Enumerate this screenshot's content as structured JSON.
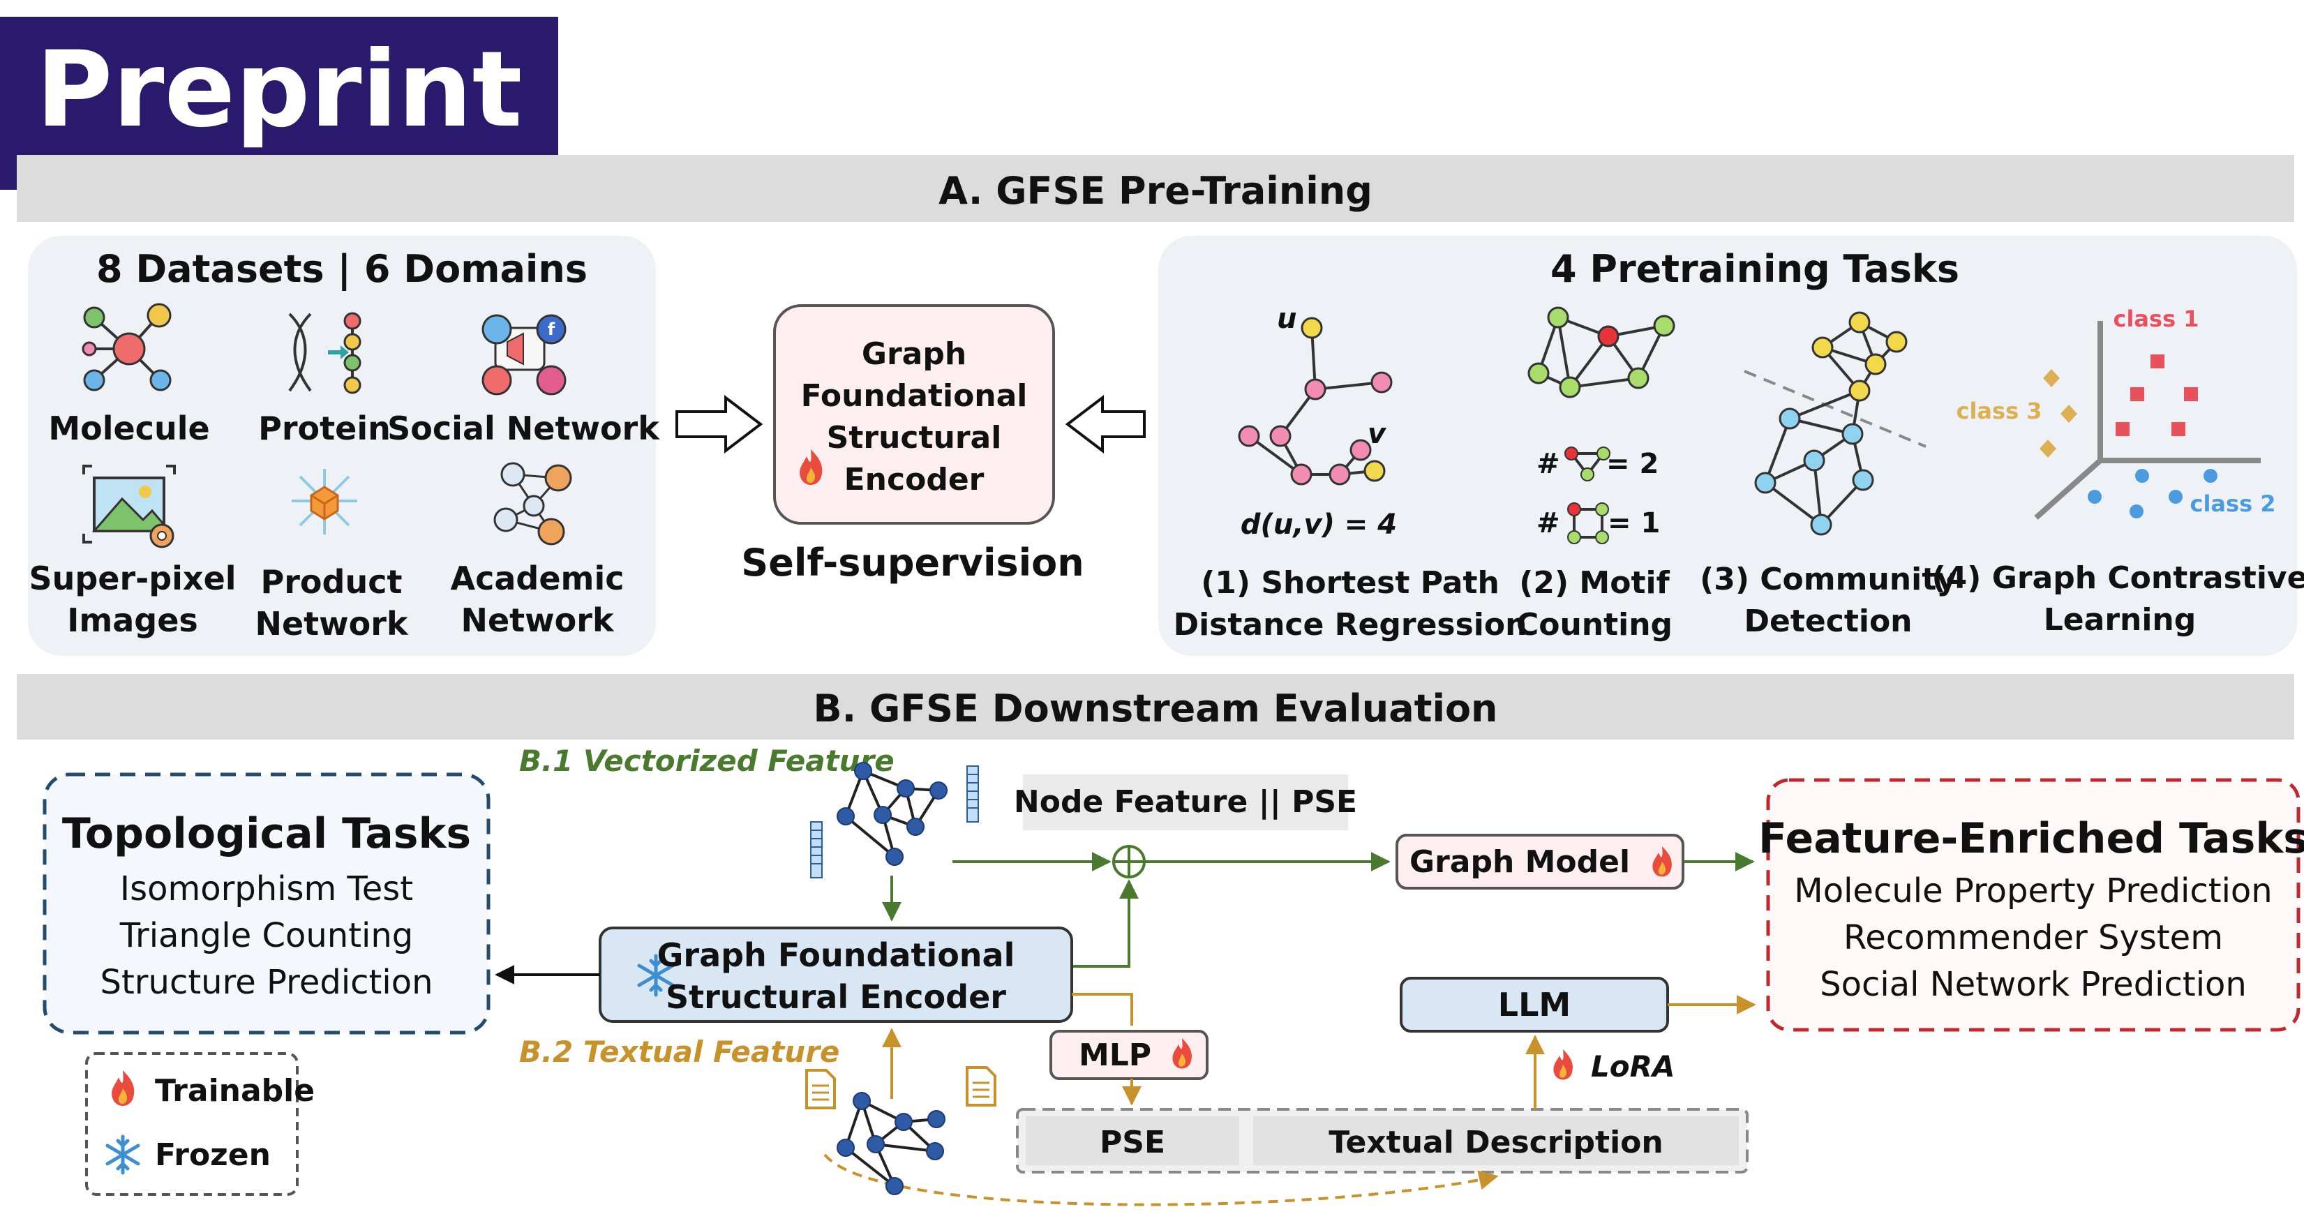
{
  "badge": "Preprint",
  "sectionA": {
    "title": "A. GFSE Pre-Training",
    "datasets": {
      "title": "8 Datasets | 6 Domains",
      "items": [
        {
          "label": [
            "Molecule"
          ],
          "icon": "molecule-icon"
        },
        {
          "label": [
            "Protein"
          ],
          "icon": "protein-icon"
        },
        {
          "label": [
            "Social Network"
          ],
          "icon": "social-network-icon"
        },
        {
          "label": [
            "Super-pixel",
            "Images"
          ],
          "icon": "superpixel-image-icon"
        },
        {
          "label": [
            "Product",
            "Network"
          ],
          "icon": "product-network-icon"
        },
        {
          "label": [
            "Academic",
            "Network"
          ],
          "icon": "academic-network-icon"
        }
      ]
    },
    "encoder": {
      "lines": [
        "Graph",
        "Foundational",
        "Structural",
        "Encoder"
      ],
      "caption": "Self-supervision",
      "status_icon": "fire-icon"
    },
    "tasks": {
      "title": "4 Pretraining Tasks",
      "items": [
        {
          "label": [
            "(1) Shortest Path",
            "Distance Regression"
          ]
        },
        {
          "label": [
            "(2) Motif",
            "Counting"
          ]
        },
        {
          "label": [
            "(3) Community",
            "Detection"
          ]
        },
        {
          "label": [
            "(4) Graph Contrastive",
            "Learning"
          ]
        }
      ],
      "spd": {
        "u": "u",
        "v": "v",
        "formula": "d(u,v) = 4"
      },
      "motif": {
        "hash": "#",
        "tri": "= 2",
        "sq": "= 1"
      },
      "contrastive": {
        "class1": "class 1",
        "class2": "class 2",
        "class3": "class 3"
      }
    }
  },
  "sectionB": {
    "title": "B. GFSE Downstream Evaluation",
    "b1": "B.1 Vectorized Feature",
    "b2": "B.2 Textual Feature",
    "node_feature": "Node Feature || PSE",
    "graph_model": "Graph Model",
    "encoder": [
      "Graph Foundational",
      "Structural Encoder"
    ],
    "mlp": "MLP",
    "llm": "LLM",
    "lora": "LoRA",
    "pse": "PSE",
    "textual_description": "Textual Description",
    "topological": {
      "title": "Topological Tasks",
      "items": [
        "Isomorphism Test",
        "Triangle Counting",
        "Structure Prediction"
      ]
    },
    "feature_enriched": {
      "title": "Feature-Enriched Tasks",
      "items": [
        "Molecule Property Prediction",
        "Recommender System",
        "Social Network Prediction"
      ]
    },
    "legend": {
      "trainable": "Trainable",
      "frozen": "Frozen"
    }
  },
  "colors": {
    "badge_bg": "#2a1a6e",
    "header_bg": "#dcdcdc",
    "panel_bg": "#eef2f7",
    "encoder_pink": "#fdeef0",
    "encoder_blue": "#d9e7f5",
    "green_flow": "#4a7a2e",
    "gold_flow": "#c8922a",
    "topo_border": "#244a6e",
    "feat_border": "#c0282d"
  }
}
